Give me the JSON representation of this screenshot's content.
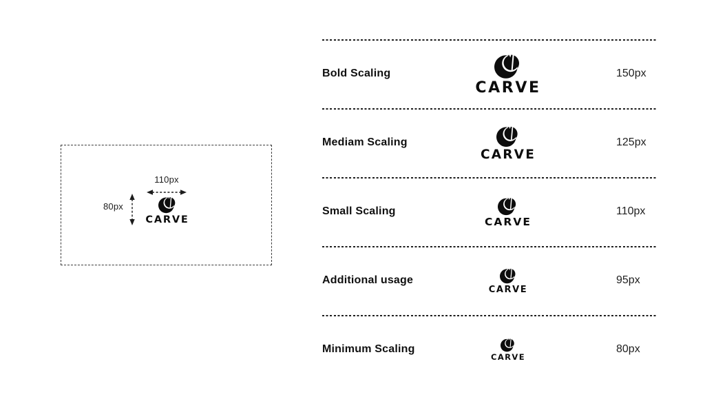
{
  "page": {
    "background_color": "#ffffff",
    "ink_color": "#141414"
  },
  "brand": {
    "wordmark": "CARVE",
    "mark_icon": "crescent-monogram-icon",
    "mark_color": "#0d0d0d"
  },
  "left_panel": {
    "width_dimension": "110px",
    "height_dimension": "80px"
  },
  "right_panel": {
    "rows": [
      {
        "label": "Bold Scaling",
        "size": "150px"
      },
      {
        "label": "Mediam Scaling",
        "size": "125px"
      },
      {
        "label": "Small Scaling",
        "size": "110px"
      },
      {
        "label": "Additional usage",
        "size": "95px"
      },
      {
        "label": "Minimum Scaling",
        "size": "80px"
      }
    ]
  }
}
